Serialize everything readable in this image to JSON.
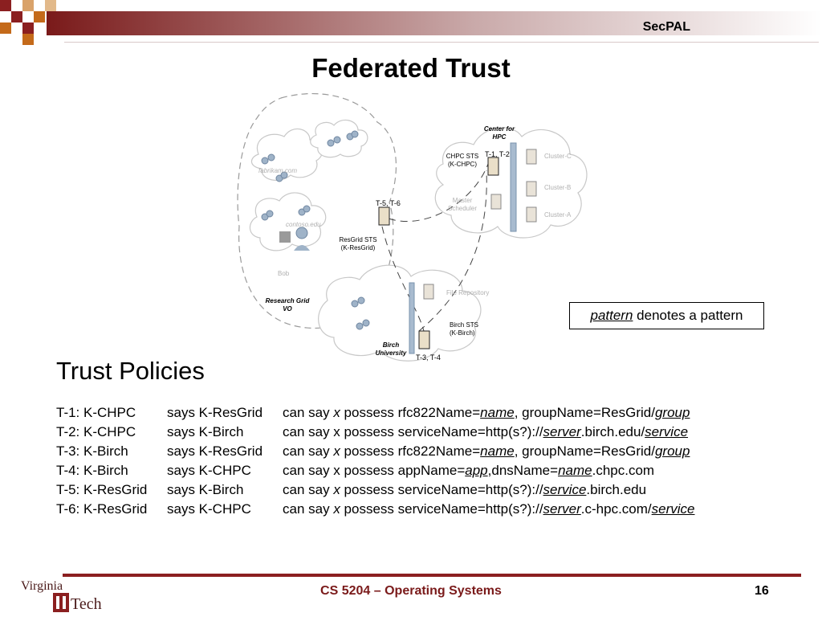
{
  "header": {
    "title": "SecPAL"
  },
  "slide": {
    "title": "Federated Trust"
  },
  "diagram": {
    "center_hpc": [
      "Center for",
      "HPC"
    ],
    "chpc_sts": [
      "CHPC STS",
      "(K-CHPC)"
    ],
    "t12": "T-1, T-2",
    "clusters": [
      "Cluster-C",
      "Cluster-B",
      "Cluster-A"
    ],
    "master_scheduler": [
      "Master",
      "Scheduler"
    ],
    "fabrikam": "fabrikam.com",
    "contoso": "contoso.edu",
    "bob": "Bob",
    "research_grid": [
      "Research Grid",
      "VO"
    ],
    "t56": "T-5, T-6",
    "resgrid_sts": [
      "ResGrid STS",
      "(K-ResGrid)"
    ],
    "file_repository": "File Repository",
    "birch_sts": [
      "Birch STS",
      "(K-Birch)"
    ],
    "birch_univ": [
      "Birch",
      "University"
    ],
    "t34": "T-3, T-4"
  },
  "legend": {
    "pattern_word": "pattern",
    "text": " denotes a pattern"
  },
  "section": {
    "title": "Trust Policies"
  },
  "policies": [
    {
      "id": "T-1: K-CHPC",
      "says": "says K-ResGrid",
      "a": "can say ",
      "x": "x",
      "b": " possess rfc822Name=",
      "p1": "name",
      "c": ", groupName=ResGrid/",
      "p2": "group",
      "d": ""
    },
    {
      "id": "T-2: K-CHPC",
      "says": "says K-Birch",
      "a": "can say x possess serviceName=http(s?)://",
      "x": "",
      "b": "",
      "p1": "server",
      "c": ".birch.edu/",
      "p2": "service",
      "d": ""
    },
    {
      "id": "T-3: K-Birch",
      "says": "says K-ResGrid",
      "a": "can say ",
      "x": "x",
      "b": " possess rfc822Name=",
      "p1": "name",
      "c": ", groupName=ResGrid/",
      "p2": "group",
      "d": ""
    },
    {
      "id": "T-4: K-Birch",
      "says": "says K-CHPC",
      "a": "can say x possess appName=",
      "x": "",
      "b": "",
      "p1": "app",
      "c": ",dnsName=",
      "p2": "name",
      "d": ".chpc.com"
    },
    {
      "id": "T-5: K-ResGrid",
      "says": "says K-Birch",
      "a": "can say ",
      "x": "x",
      "b": " possess serviceName=http(s?)://",
      "p1": "service",
      "c": ".birch.edu",
      "p2": "",
      "d": ""
    },
    {
      "id": "T-6: K-ResGrid",
      "says": "says K-CHPC",
      "a": "can say ",
      "x": "x",
      "b": " possess serviceName=http(s?)://",
      "p1": "server",
      "c": ".c-hpc.com/",
      "p2": "service",
      "d": ""
    }
  ],
  "footer": {
    "course": "CS 5204 – Operating Systems",
    "page": "16",
    "logo_text": [
      "Virginia",
      "Tech"
    ]
  },
  "colors": {
    "maroon": "#8b1f20",
    "orange": "#c46a1a"
  }
}
